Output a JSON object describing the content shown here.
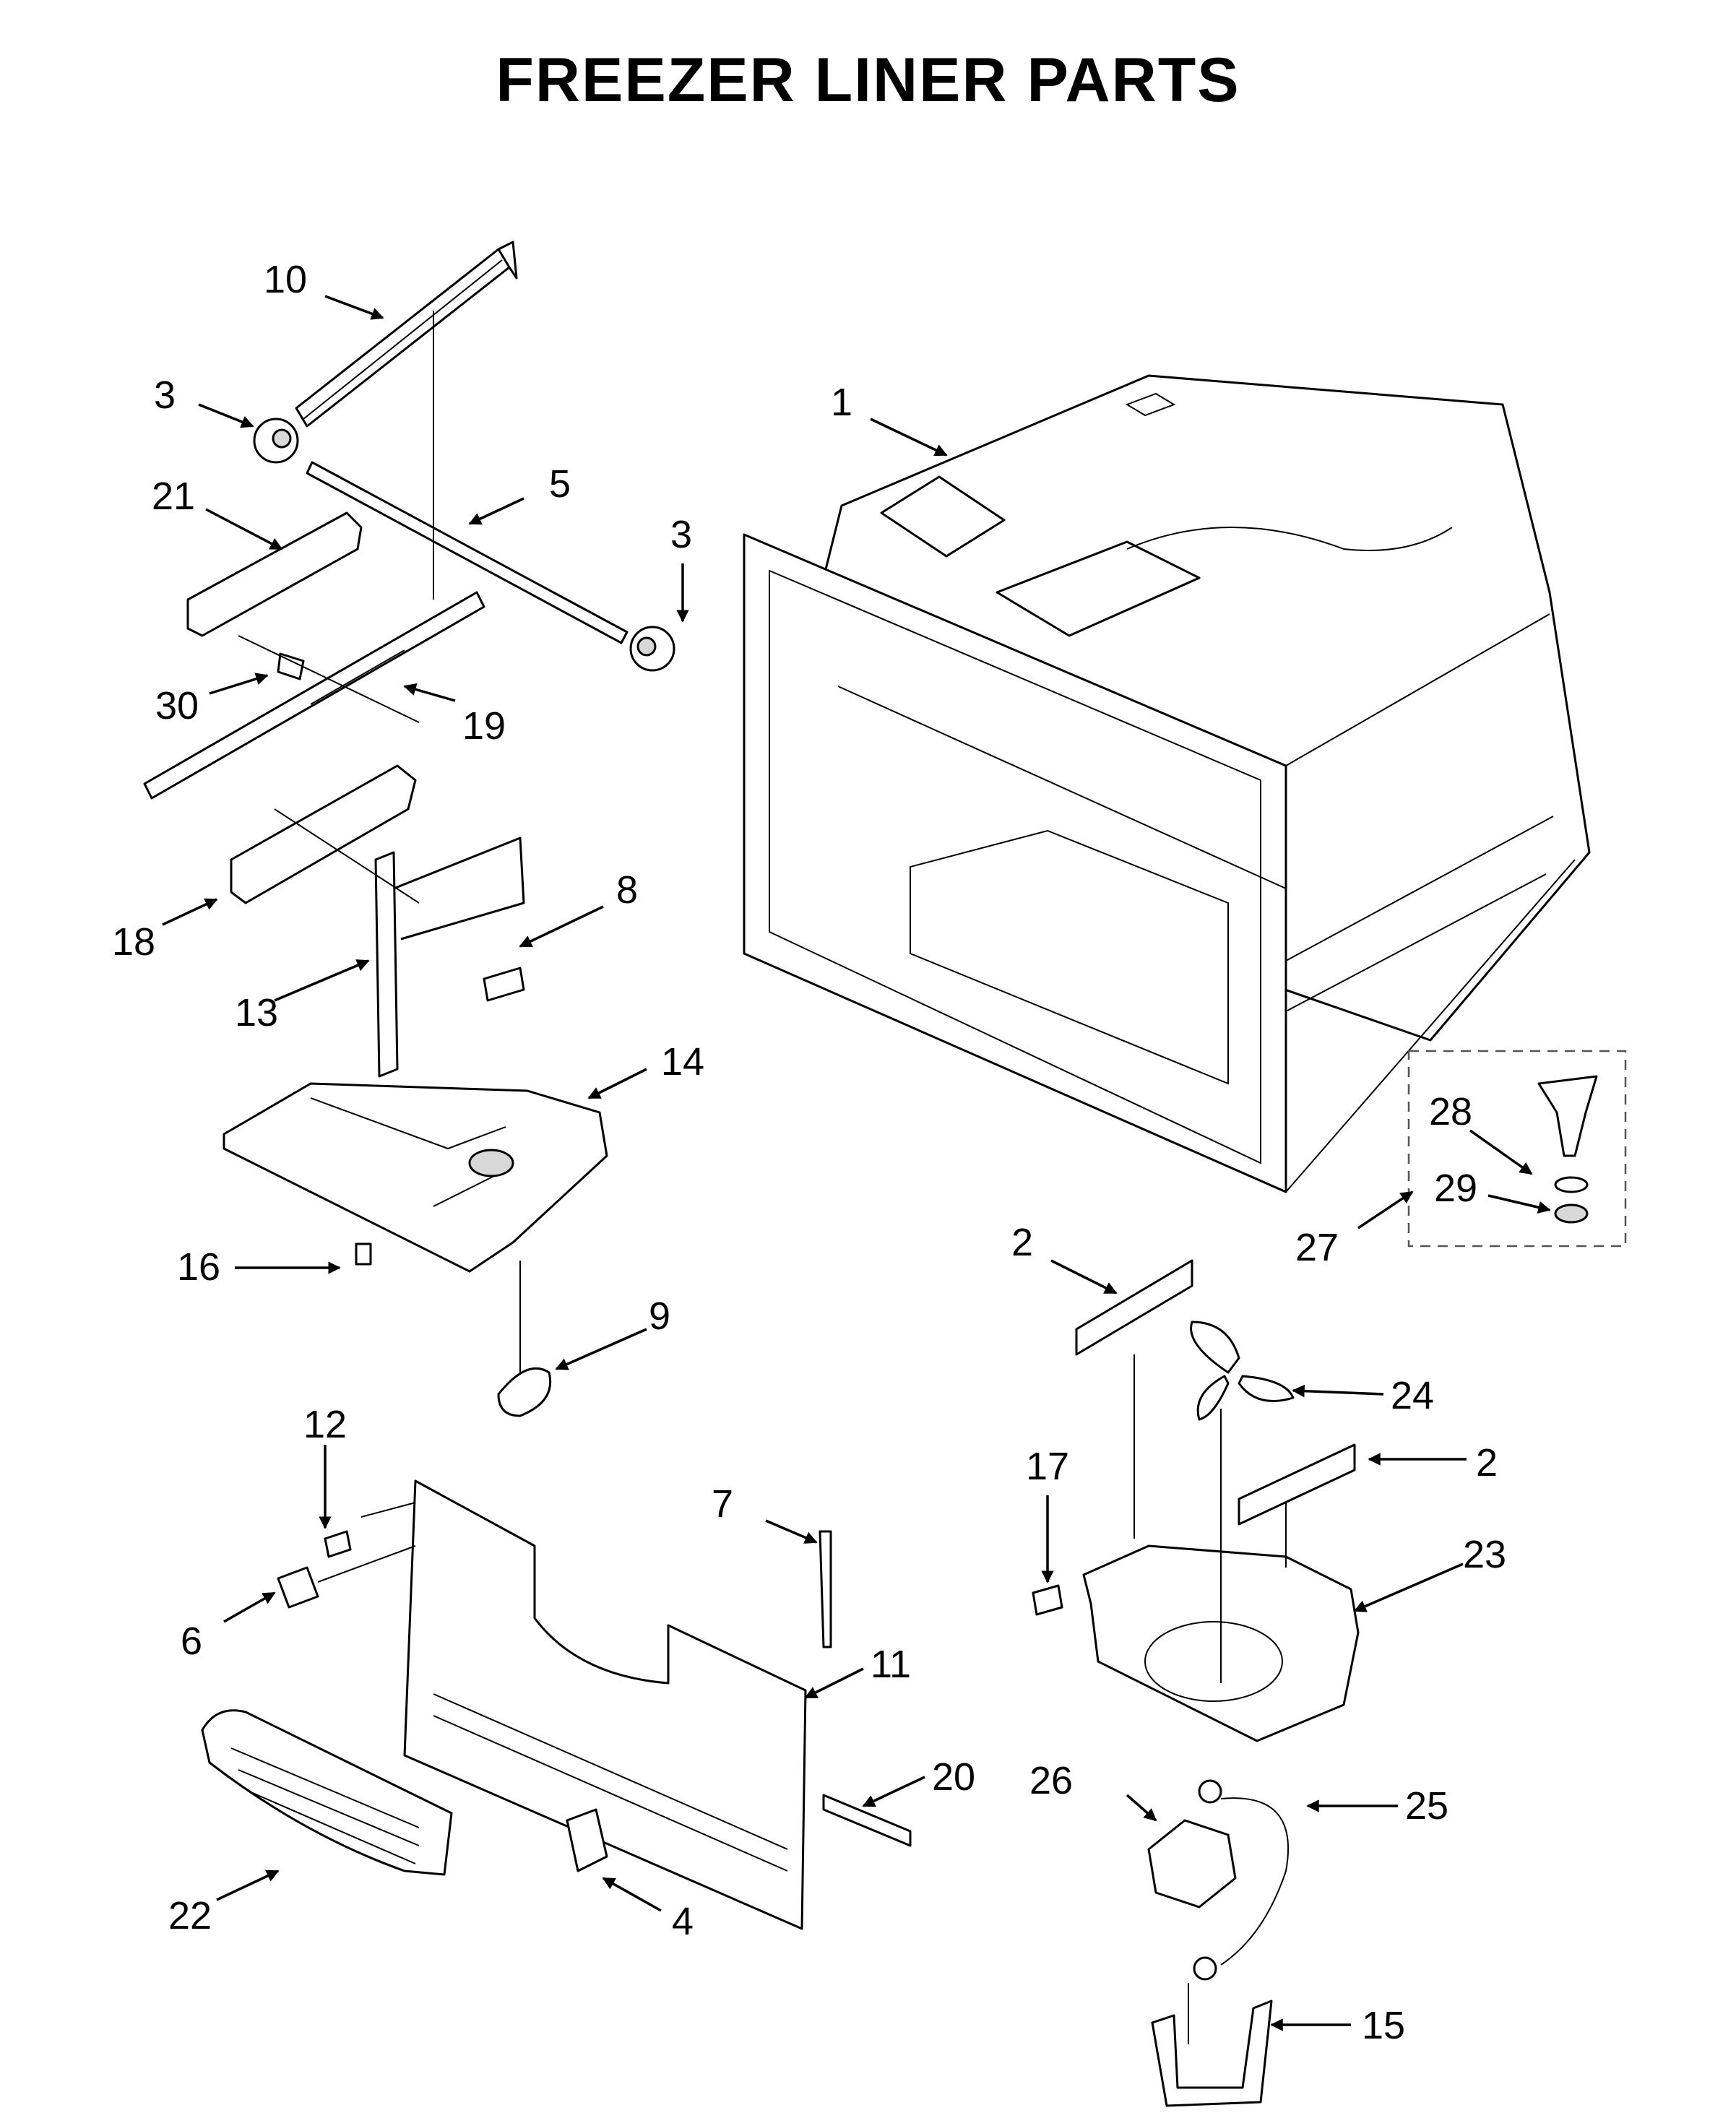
{
  "title": "FREEZER LINER PARTS",
  "callouts": [
    {
      "id": "c10a",
      "label": "10"
    },
    {
      "id": "c3a",
      "label": "3"
    },
    {
      "id": "c21",
      "label": "21"
    },
    {
      "id": "c5",
      "label": "5"
    },
    {
      "id": "c3b",
      "label": "3"
    },
    {
      "id": "c1",
      "label": "1"
    },
    {
      "id": "c30",
      "label": "30"
    },
    {
      "id": "c19",
      "label": "19"
    },
    {
      "id": "c8",
      "label": "8"
    },
    {
      "id": "c18",
      "label": "18"
    },
    {
      "id": "c13",
      "label": "13"
    },
    {
      "id": "c14",
      "label": "14"
    },
    {
      "id": "c16",
      "label": "16"
    },
    {
      "id": "c9",
      "label": "9"
    },
    {
      "id": "c28",
      "label": "28"
    },
    {
      "id": "c29",
      "label": "29"
    },
    {
      "id": "c27",
      "label": "27"
    },
    {
      "id": "c2a",
      "label": "2"
    },
    {
      "id": "c24",
      "label": "24"
    },
    {
      "id": "c2b",
      "label": "2"
    },
    {
      "id": "c12",
      "label": "12"
    },
    {
      "id": "c7",
      "label": "7"
    },
    {
      "id": "c17",
      "label": "17"
    },
    {
      "id": "c23",
      "label": "23"
    },
    {
      "id": "c6",
      "label": "6"
    },
    {
      "id": "c11",
      "label": "11"
    },
    {
      "id": "c20",
      "label": "20"
    },
    {
      "id": "c26",
      "label": "26"
    },
    {
      "id": "c25",
      "label": "25"
    },
    {
      "id": "c22",
      "label": "22"
    },
    {
      "id": "c4",
      "label": "4"
    },
    {
      "id": "c15",
      "label": "15"
    }
  ]
}
